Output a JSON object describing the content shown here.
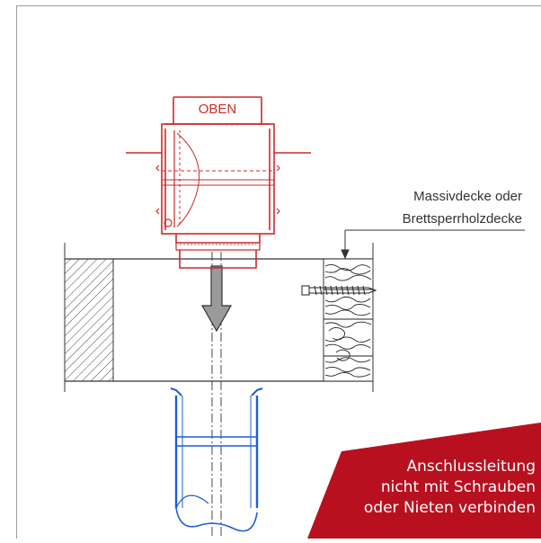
{
  "adapter": {
    "label": "OBEN"
  },
  "annotation": {
    "line1": "Massivdecke oder",
    "line2": "Brettsperrholzdecke"
  },
  "warning": {
    "line1": "Anschlussleitung",
    "line2": "nicht mit Schrauben",
    "line3": "oder Nieten verbinden"
  },
  "colors": {
    "adapter": "#cc2a2a",
    "pipe": "#1b5fd6",
    "structure": "#333333",
    "banner": "#b8101f",
    "text": "#ffffff"
  }
}
